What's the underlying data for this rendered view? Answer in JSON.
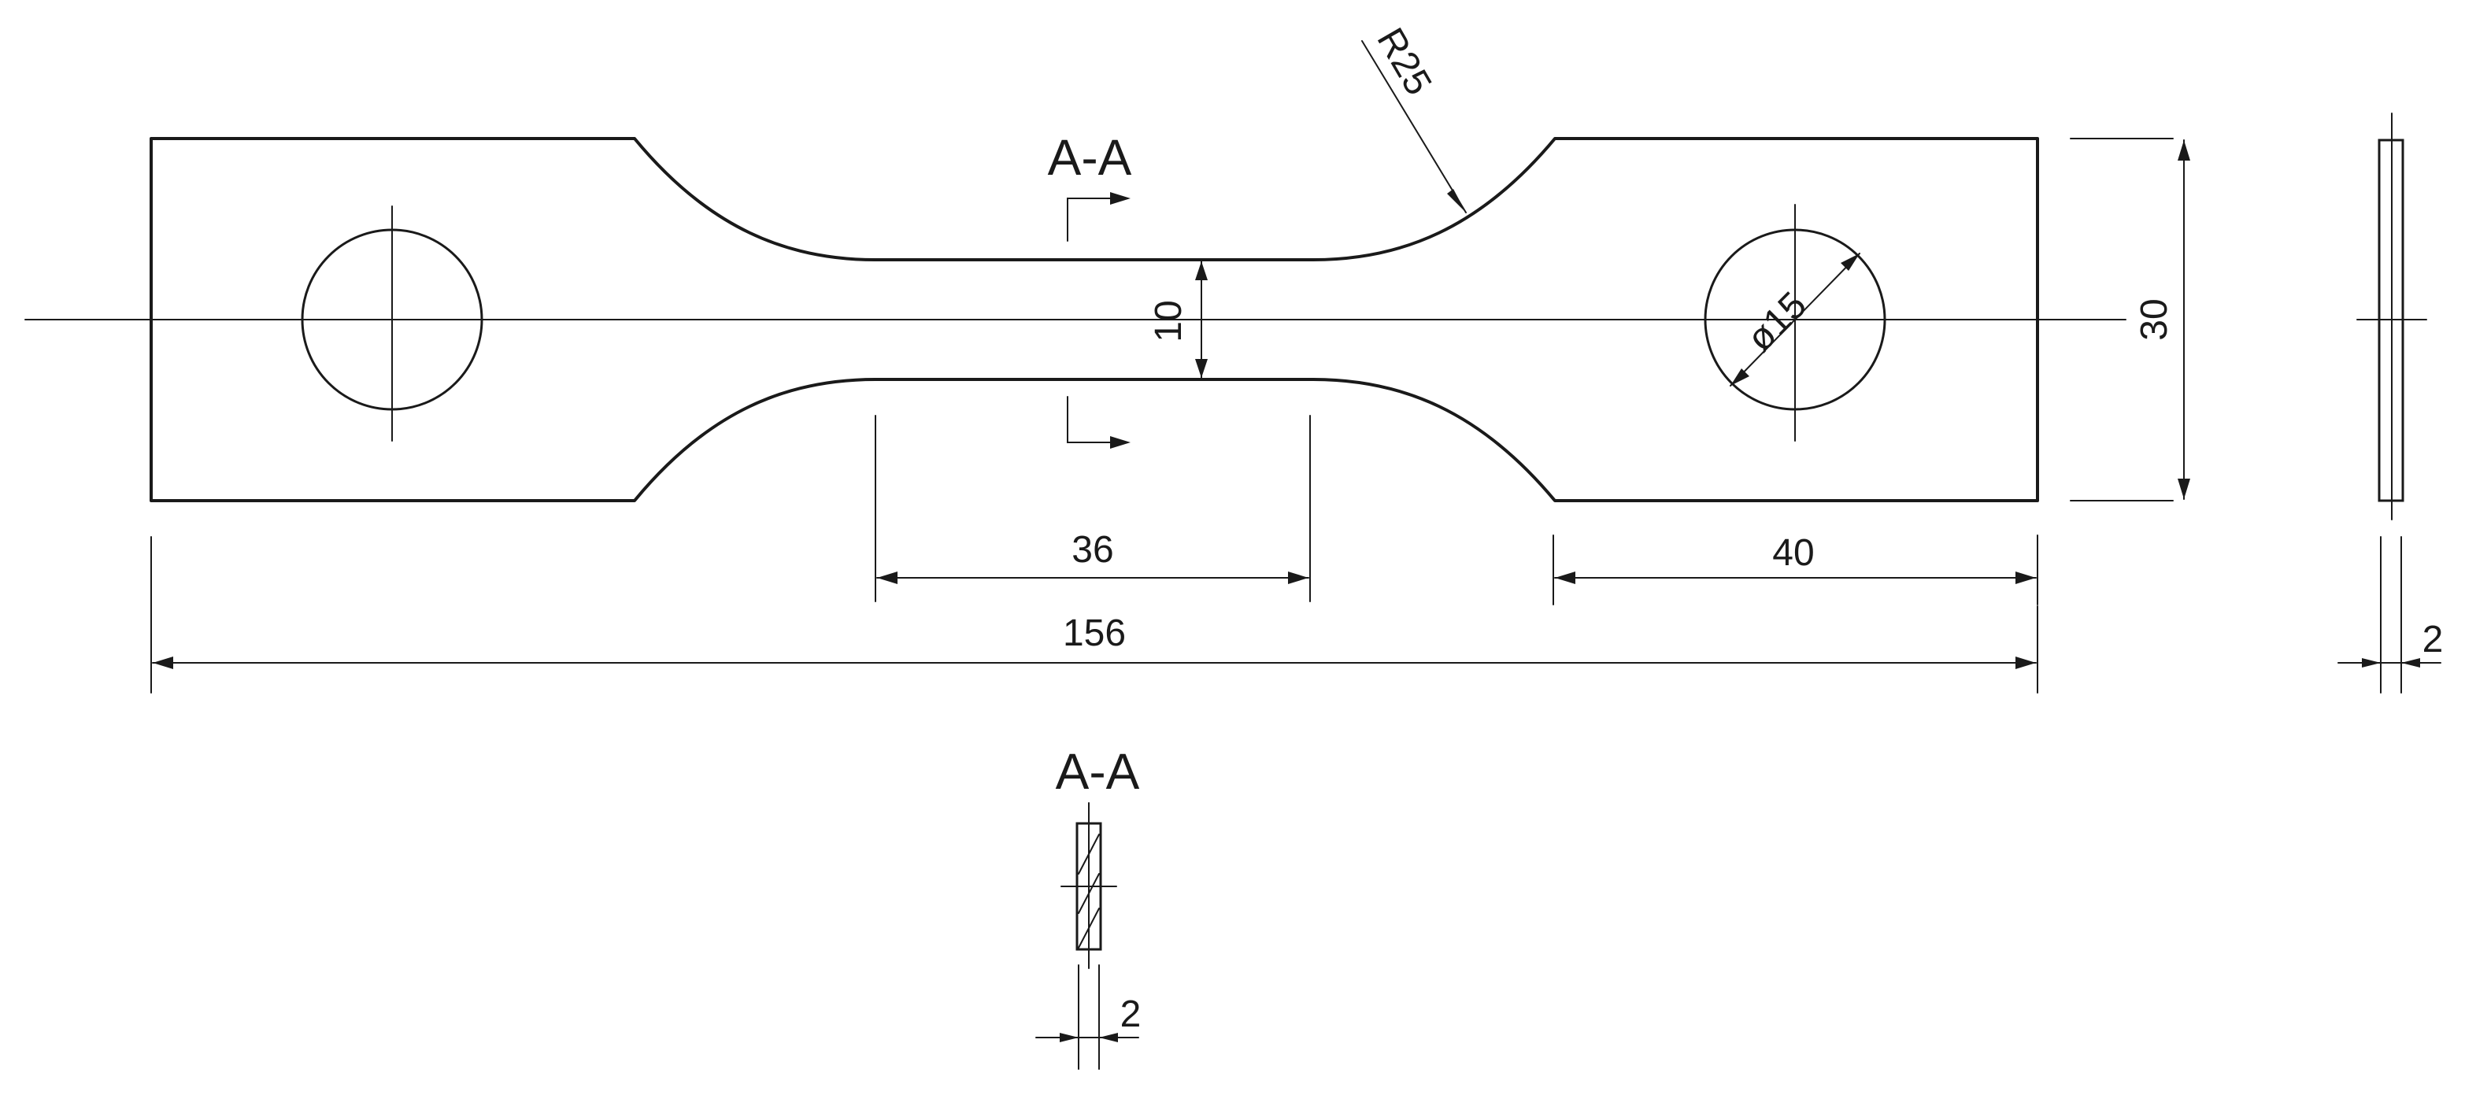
{
  "drawing": {
    "section_label_top": "A-A",
    "section_label_bottom": "A-A",
    "radius_label": "R25",
    "hole_diameter_label": "ø15",
    "neck_width_label": "10",
    "overall_width_label": "30",
    "gauge_length_label": "36",
    "grip_length_label": "40",
    "overall_length_label": "156",
    "side_thickness_label": "2",
    "section_thickness_label": "2"
  }
}
